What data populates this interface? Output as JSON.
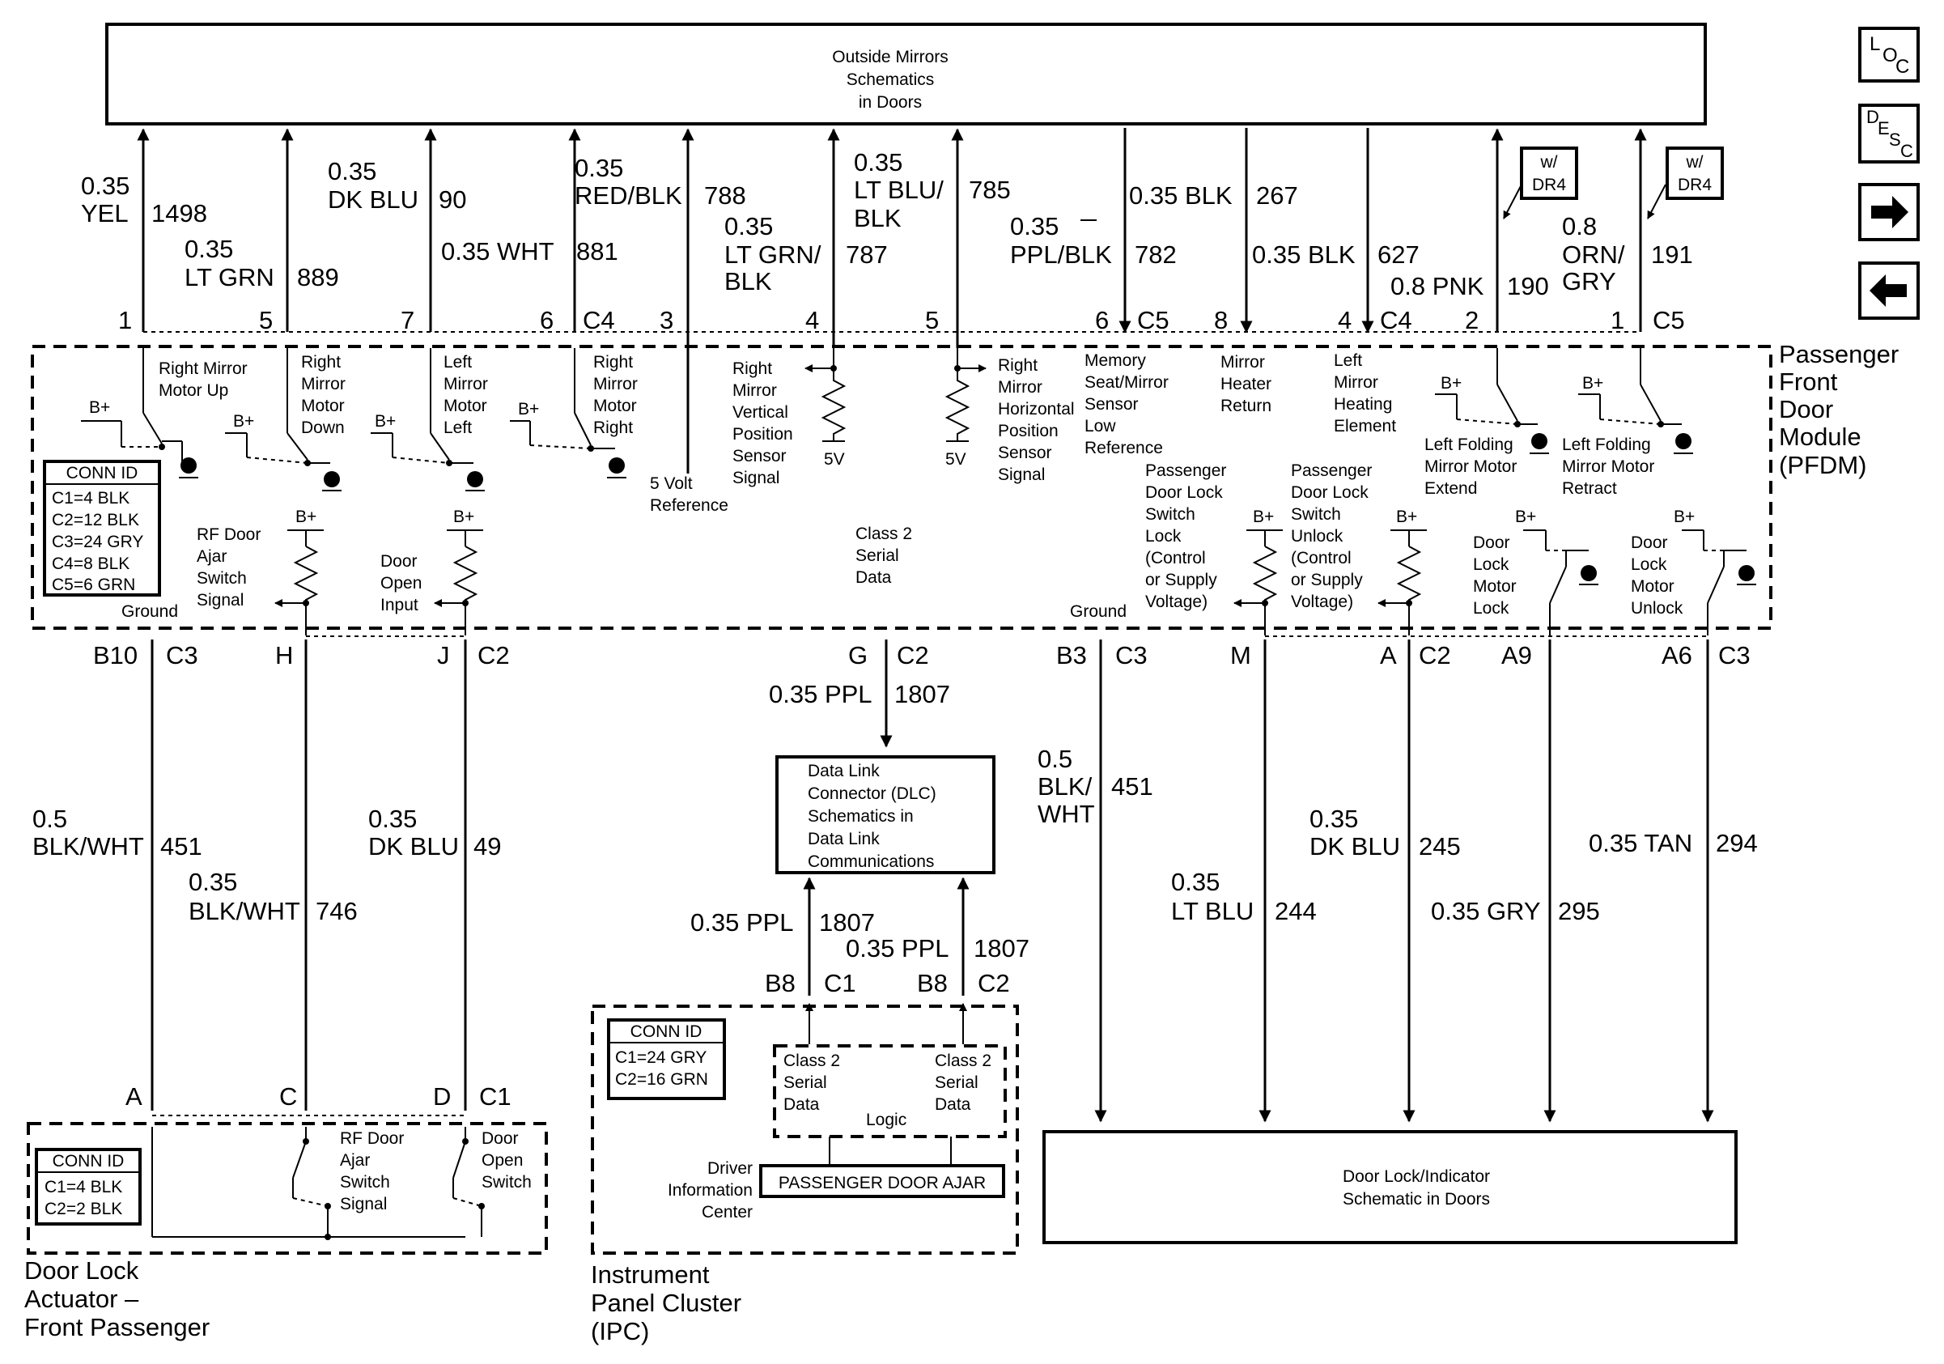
{
  "mirrors_box": [
    "Outside Mirrors",
    "Schematics",
    "in Doors"
  ],
  "nav": {
    "loc": "LOC",
    "desc": "DESC"
  },
  "pfdm": [
    "Passenger",
    "Front",
    "Door",
    "Module",
    "(PFDM)"
  ],
  "top_wires": [
    {
      "size": "0.35",
      "color": "YEL",
      "circuit": "1498",
      "pin": "1",
      "conn": ""
    },
    {
      "size": "0.35",
      "color": "LT GRN",
      "circuit": "889",
      "pin": "5",
      "conn": ""
    },
    {
      "size": "0.35",
      "color": "DK BLU",
      "circuit": "90",
      "pin": "7",
      "conn": ""
    },
    {
      "size": "0.35 WHT",
      "color": "",
      "circuit": "881",
      "pin": "6",
      "conn": "C4"
    },
    {
      "size": "0.35",
      "color": "RED/BLK",
      "circuit": "788",
      "pin": "3",
      "conn": ""
    },
    {
      "size": "0.35",
      "color": "LT GRN/ BLK",
      "circuit": "787",
      "pin": "4",
      "conn": ""
    },
    {
      "size": "0.35",
      "color": "LT BLU/ BLK",
      "circuit": "785",
      "pin": "5",
      "conn": ""
    },
    {
      "size": "0.35",
      "color": "PPL/BLK",
      "circuit": "782",
      "pin": "6",
      "conn": "C5"
    },
    {
      "size": "0.35 BLK",
      "color": "",
      "circuit": "267",
      "pin": "8",
      "conn": ""
    },
    {
      "size": "0.35 BLK",
      "color": "",
      "circuit": "627",
      "pin": "4",
      "conn": "C4"
    },
    {
      "size": "0.8 PNK",
      "color": "",
      "circuit": "190",
      "pin": "2",
      "conn": ""
    },
    {
      "size": "0.8",
      "color": "ORN/ GRY",
      "circuit": "191",
      "pin": "1",
      "conn": "C5"
    }
  ],
  "option_tag": [
    "w/",
    "DR4"
  ],
  "inside": {
    "b_plus": "B+",
    "right_mirror_up": [
      "Right Mirror",
      "Motor Up"
    ],
    "right_mirror_down": [
      "Right",
      "Mirror",
      "Motor",
      "Down"
    ],
    "left_mirror_left": [
      "Left",
      "Mirror",
      "Motor",
      "Left"
    ],
    "right_mirror_right": [
      "Right",
      "Mirror",
      "Motor",
      "Right"
    ],
    "five_volt_ref": [
      "5 Volt",
      "Reference"
    ],
    "vert_sensor": [
      "Right",
      "Mirror",
      "Vertical",
      "Position",
      "Sensor",
      "Signal"
    ],
    "horiz_sensor": [
      "Right",
      "Mirror",
      "Horizontal",
      "Position",
      "Sensor",
      "Signal"
    ],
    "five_v": "5V",
    "memory_seat": [
      "Memory",
      "Seat/Mirror",
      "Sensor",
      "Low",
      "Reference"
    ],
    "mirror_heater_return": [
      "Mirror",
      "Heater",
      "Return"
    ],
    "left_mirror_heating": [
      "Left",
      "Mirror",
      "Heating",
      "Element"
    ],
    "fold_extend": [
      "Left Folding",
      "Mirror Motor",
      "Extend"
    ],
    "fold_retract": [
      "Left Folding",
      "Mirror Motor",
      "Retract"
    ],
    "rf_ajar": [
      "RF Door",
      "Ajar",
      "Switch",
      "Signal"
    ],
    "door_open_input": [
      "Door",
      "Open",
      "Input"
    ],
    "ground": "Ground",
    "class2": [
      "Class 2",
      "Serial",
      "Data"
    ],
    "pdl_lock": [
      "Passenger",
      "Door Lock",
      "Switch",
      "Lock",
      "(Control",
      "or Supply",
      "Voltage)"
    ],
    "pdl_unlock": [
      "Passenger",
      "Door Lock",
      "Switch",
      "Unlock",
      "(Control",
      "or Supply",
      "Voltage)"
    ],
    "motor_lock": [
      "Door",
      "Lock",
      "Motor",
      "Lock"
    ],
    "motor_unlock": [
      "Door",
      "Lock",
      "Motor",
      "Unlock"
    ]
  },
  "pfdm_conn": {
    "title": "CONN ID",
    "rows": [
      "C1=4 BLK",
      "C2=12 BLK",
      "C3=24 GRY",
      "C4=8 BLK",
      "C5=6 GRN"
    ]
  },
  "bottom_pins": [
    {
      "pin": "B10",
      "conn": "C3"
    },
    {
      "pin": "H",
      "conn": ""
    },
    {
      "pin": "J",
      "conn": "C2"
    },
    {
      "pin": "G",
      "conn": "C2"
    },
    {
      "pin": "B3",
      "conn": "C3"
    },
    {
      "pin": "M",
      "conn": ""
    },
    {
      "pin": "A",
      "conn": "C2"
    },
    {
      "pin": "A9",
      "conn": ""
    },
    {
      "pin": "A6",
      "conn": "C3"
    }
  ],
  "bottom_wires": {
    "w451a": {
      "size": "0.5",
      "color": "BLK/WHT",
      "circuit": "451"
    },
    "w746": {
      "size": "0.35",
      "color": "BLK/WHT",
      "circuit": "746"
    },
    "w49": {
      "size": "0.35",
      "color": "DK BLU",
      "circuit": "49"
    },
    "w1807": {
      "size": "0.35 PPL",
      "circuit": "1807"
    },
    "w451b": {
      "size": "0.5",
      "color": "BLK/ WHT",
      "circuit": "451"
    },
    "w244": {
      "size": "0.35",
      "color": "LT BLU",
      "circuit": "244"
    },
    "w245": {
      "size": "0.35",
      "color": "DK BLU",
      "circuit": "245"
    },
    "w295": {
      "size": "0.35 GRY",
      "circuit": "295"
    },
    "w294": {
      "size": "0.35 TAN",
      "circuit": "294"
    }
  },
  "dlc_box": [
    "Data Link",
    "Connector (DLC)",
    "Schematics in",
    "Data Link",
    "Communications"
  ],
  "ipc": {
    "pins": [
      {
        "pin": "B8",
        "conn": "C1"
      },
      {
        "pin": "B8",
        "conn": "C2"
      }
    ],
    "conn_title": "CONN ID",
    "conn_rows": [
      "C1=24 GRY",
      "C2=16 GRN"
    ],
    "class2": [
      "Class 2",
      "Serial",
      "Data"
    ],
    "logic": "Logic",
    "dic": [
      "Driver",
      "Information",
      "Center"
    ],
    "message": "PASSENGER DOOR AJAR",
    "name": [
      "Instrument",
      "Panel Cluster",
      "(IPC)"
    ]
  },
  "actuator": {
    "pins": [
      {
        "pin": "A",
        "conn": ""
      },
      {
        "pin": "C",
        "conn": ""
      },
      {
        "pin": "D",
        "conn": "C1"
      }
    ],
    "conn_title": "CONN ID",
    "conn_rows": [
      "C1=4 BLK",
      "C2=2 BLK"
    ],
    "rf_ajar": [
      "RF Door",
      "Ajar",
      "Switch",
      "Signal"
    ],
    "door_open": [
      "Door",
      "Open",
      "Switch"
    ],
    "name": [
      "Door Lock",
      "Actuator –",
      "Front Passenger"
    ]
  },
  "door_lock_box": [
    "Door Lock/Indicator",
    "Schematic in Doors"
  ]
}
